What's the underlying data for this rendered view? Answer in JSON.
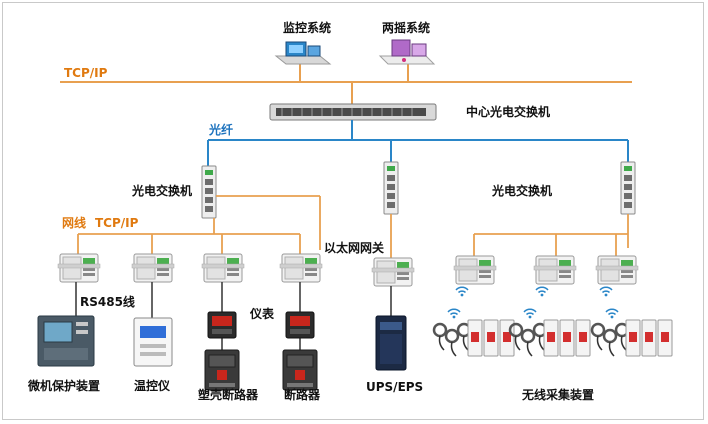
{
  "labels": {
    "monitoring_system": "监控系统",
    "two_remote_system": "两摇系统",
    "tcpip_top": "TCP/IP",
    "core_switch": "中心光电交换机",
    "fiber": "光纤",
    "switch_left": "光电交换机",
    "switch_right": "光电交换机",
    "network_cable": "网线",
    "tcpip_mid": "TCP/IP",
    "ethernet_gateway": "以太网网关",
    "rs485": "RS485线",
    "meter": "仪表",
    "device_protection": "微机保护装置",
    "device_temp": "温控仪",
    "device_mccb": "塑壳断路器",
    "device_breaker": "断路器",
    "device_ups": "UPS/EPS",
    "device_wireless": "无线采集装置"
  },
  "colors": {
    "ethernet_line": "#e8a050",
    "fiber_line": "#2a86c8",
    "label_black": "#111111",
    "label_blue": "#1e73be",
    "label_orange": "#e07a10",
    "wifi_icon": "#2a86c8"
  }
}
